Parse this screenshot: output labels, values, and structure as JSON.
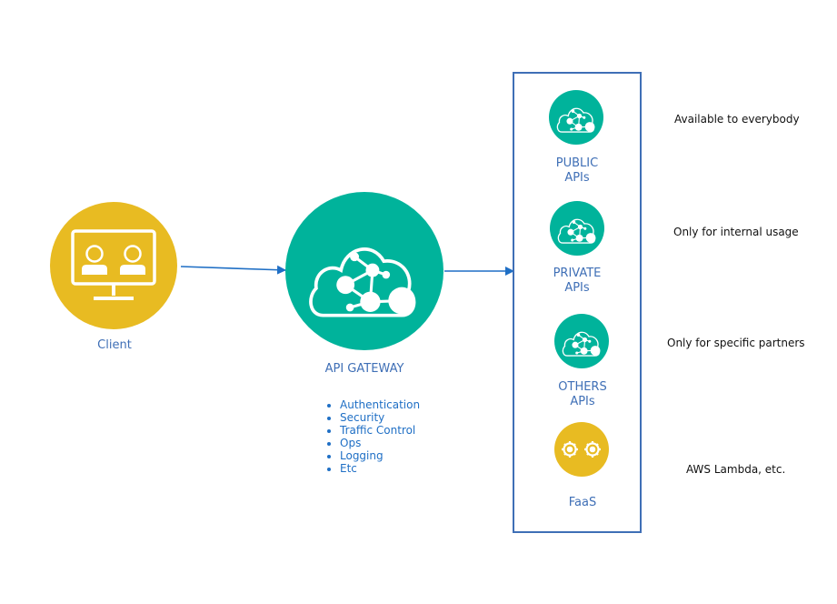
{
  "colors": {
    "yellow": "#e8bb22",
    "teal": "#00b39b",
    "arrow": "#1f6fc5",
    "box": "#3f6fb6",
    "label": "#3f6fb6"
  },
  "client": {
    "label": "Client",
    "icon": "monitor-users-icon"
  },
  "gateway": {
    "label": "API GATEWAY",
    "icon": "cloud-network-icon",
    "features": [
      "Authentication",
      "Security",
      "Traffic Control",
      "Ops",
      "Logging",
      "Etc"
    ]
  },
  "apis": [
    {
      "line1": "PUBLIC",
      "line2": "APIs",
      "note": "Available to everybody",
      "icon": "cloud-network-icon"
    },
    {
      "line1": "PRIVATE",
      "line2": "APIs",
      "note": "Only for internal usage",
      "icon": "cloud-network-icon"
    },
    {
      "line1": "OTHERS",
      "line2": "APIs",
      "note": "Only for specific partners",
      "icon": "cloud-network-icon"
    }
  ],
  "faas": {
    "label": "FaaS",
    "note": "AWS Lambda, etc.",
    "icon": "gears-icon"
  }
}
